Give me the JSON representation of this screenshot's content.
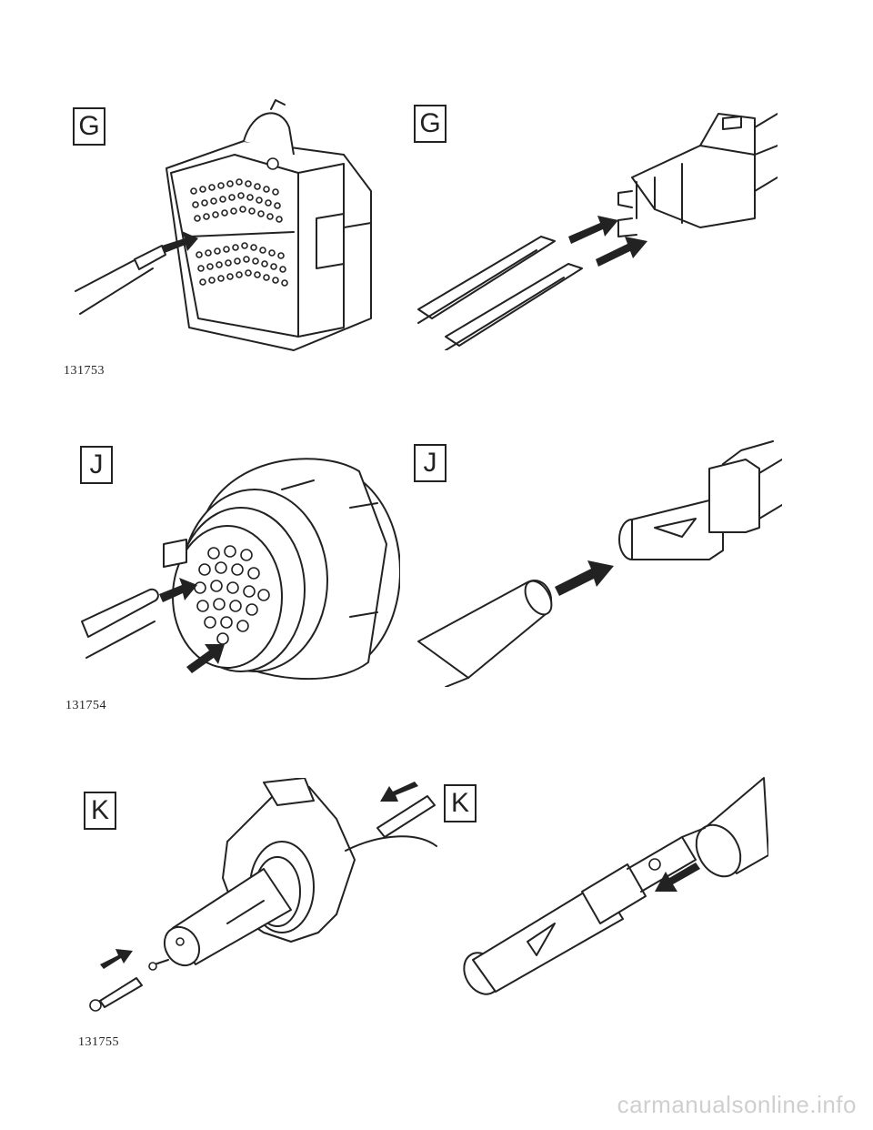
{
  "figures": [
    {
      "caption": "131753",
      "panels": [
        {
          "label": "G"
        },
        {
          "label": "G"
        }
      ]
    },
    {
      "caption": "131754",
      "panels": [
        {
          "label": "J"
        },
        {
          "label": "J"
        }
      ]
    },
    {
      "caption": "131755",
      "panels": [
        {
          "label": "K"
        },
        {
          "label": "K"
        }
      ]
    }
  ],
  "footer": {
    "watermark": "carmanualsonline.info"
  }
}
